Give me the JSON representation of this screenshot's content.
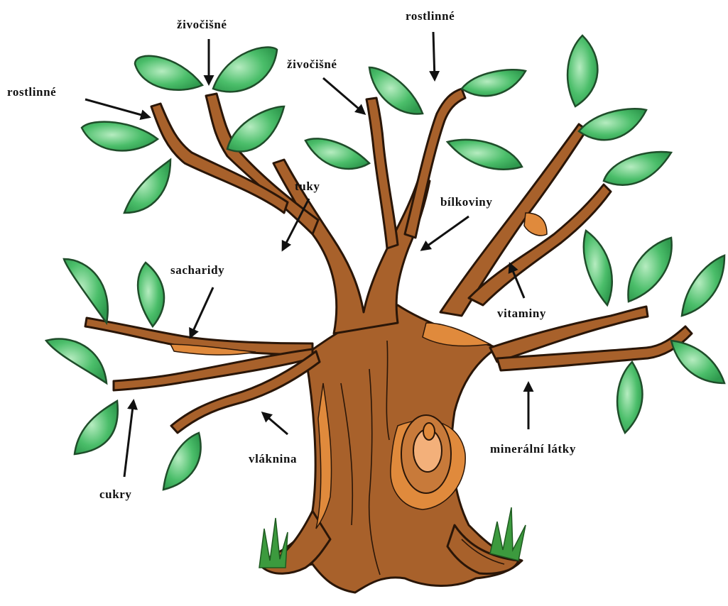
{
  "colors": {
    "bark": "#a8612b",
    "bark_light": "#e08a3c",
    "bark_highlight": "#f3b07a",
    "outline": "#2a1608",
    "leaf": "#4bbe6a",
    "leaf_light": "#9fe3ad",
    "grass": "#3c9a3e",
    "arrow": "#111111"
  },
  "labels": {
    "zivocisne_left": "živočišné",
    "zivocisne_mid": "živočišné",
    "rostlinne_left": "rostlinné",
    "rostlinne_top": "rostlinné",
    "tuky": "tuky",
    "bilkoviny": "bílkoviny",
    "sacharidy": "sacharidy",
    "vitaminy": "vitaminy",
    "vlaknina": "vláknina",
    "mineralni_latky": "minerální látky",
    "cukry": "cukry"
  }
}
